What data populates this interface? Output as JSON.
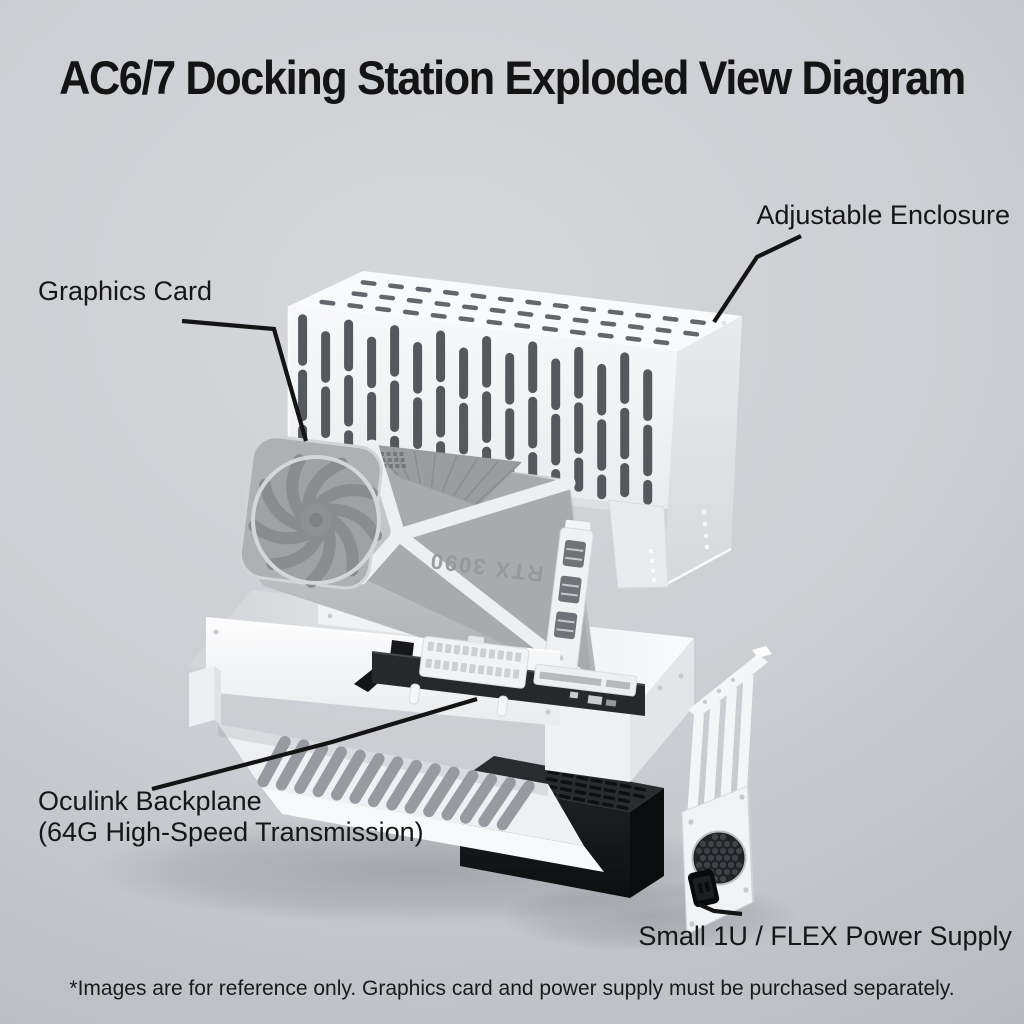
{
  "title": "AC6/7 Docking Station Exploded View Diagram",
  "labels": {
    "enclosure": "Adjustable Enclosure",
    "graphics_card": "Graphics Card",
    "backplane_line1": "Oculink Backplane",
    "backplane_line2": "(64G High-Speed Transmission)",
    "power_supply": "Small 1U / FLEX Power Supply"
  },
  "gpu": {
    "model_text": "RTX 3090"
  },
  "footnote": "*Images are for reference only. Graphics card and power supply must be purchased separately.",
  "colors": {
    "background_center": "#d3d6da",
    "background_edge": "#a6a9af",
    "text": "#141414",
    "leader_line": "#141414",
    "enclosure_white": "#f5f6f8",
    "vent_slot": "#55585c",
    "gpu_gray": "#a8abad",
    "psu_black": "#1b1c1f"
  }
}
